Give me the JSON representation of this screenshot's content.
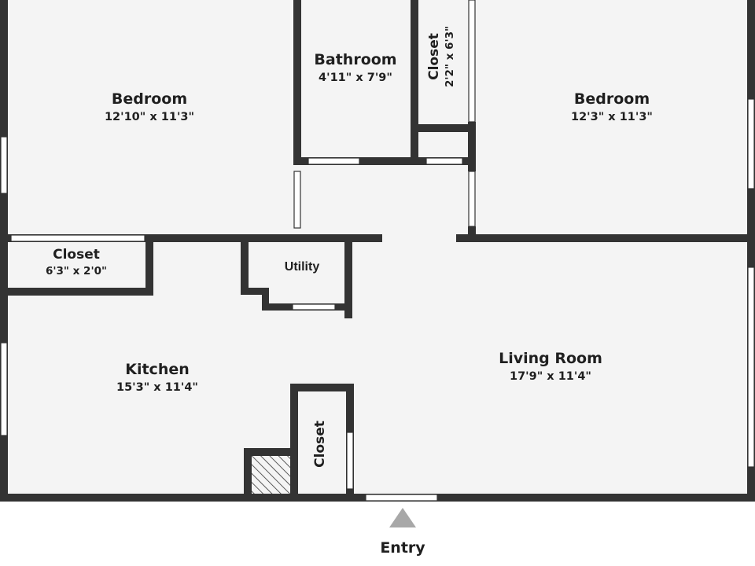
{
  "colors": {
    "wall": "#333333",
    "floor": "#f4f4f4",
    "window": "#ffffff",
    "marker": "#a8a8a8"
  },
  "rooms": {
    "bedroom_left": {
      "name": "Bedroom",
      "dims": "12'10\" x 11'3\""
    },
    "bathroom": {
      "name": "Bathroom",
      "dims": "4'11\" x 7'9\""
    },
    "closet_top": {
      "name": "Closet",
      "dims": "2'2\" x 6'3\""
    },
    "bedroom_right": {
      "name": "Bedroom",
      "dims": "12'3\" x 11'3\""
    },
    "closet_left": {
      "name": "Closet",
      "dims": "6'3\" x 2'0\""
    },
    "utility": {
      "name": "Utility"
    },
    "kitchen": {
      "name": "Kitchen",
      "dims": "15'3\" x 11'4\""
    },
    "living_room": {
      "name": "Living Room",
      "dims": "17'9\" x 11'4\""
    },
    "closet_bottom": {
      "name": "Closet"
    }
  },
  "entry": {
    "label": "Entry",
    "marker_icon": "triangle-up-icon"
  }
}
